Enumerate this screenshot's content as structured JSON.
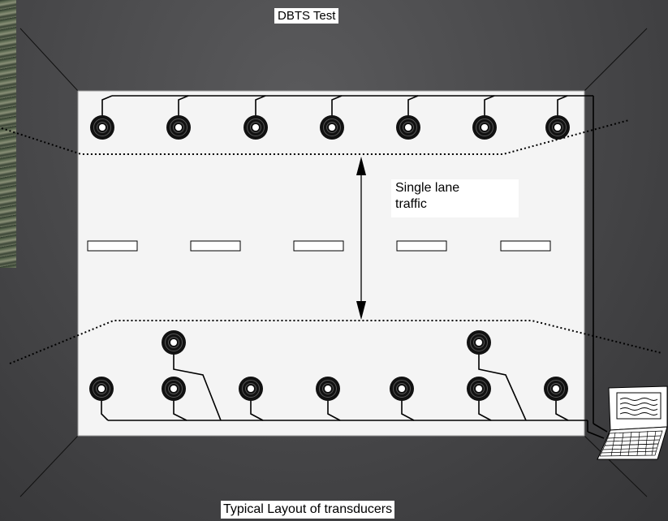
{
  "title": "DBTS Test",
  "lane_label_line1": "Single lane",
  "lane_label_line2": "traffic",
  "bottom_caption": "Typical Layout of transducers",
  "colors": {
    "background": "#4a4a4c",
    "road_surface": "#f4f4f4",
    "line": "#000000",
    "caption_bg": "#ffffff"
  },
  "icons": [
    "transducer-icon",
    "laptop-icon",
    "lane-marking",
    "double-arrow"
  ]
}
